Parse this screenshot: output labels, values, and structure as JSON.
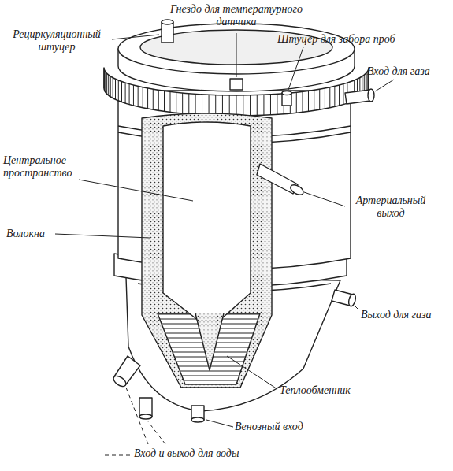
{
  "diagram": {
    "labels": [
      "Гнездо для температурного датчика",
      "Рециркуляционный штуцер",
      "Штуцер для забора проб",
      "Вход для газа",
      "Центральное пространство",
      "Волокна",
      "Артериальный выход",
      "Выход для газа",
      "Теплообменник",
      "Венозный вход",
      "Вход и выход для воды"
    ]
  }
}
